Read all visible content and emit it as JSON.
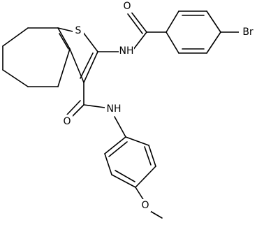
{
  "atom_labels": {
    "sulfur": "S",
    "bromine": "Br",
    "amide_nh_top": "NH",
    "amide_nh_bottom": "NH",
    "carbonyl_o_top": "O",
    "carbonyl_o_bottom": "O",
    "methoxy_o": "O"
  },
  "colors": {
    "bond": "#000000",
    "background": "#ffffff"
  }
}
